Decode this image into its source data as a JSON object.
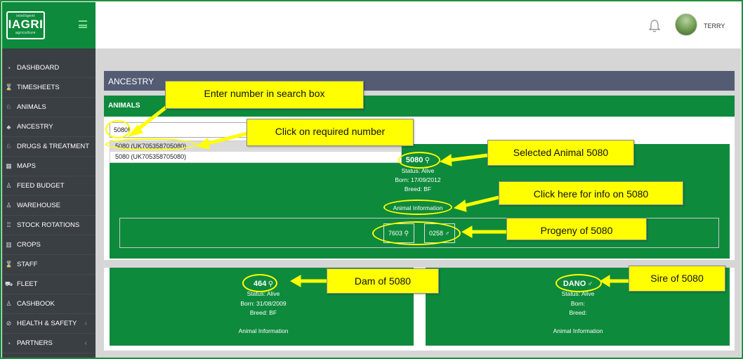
{
  "brand": {
    "logo_top": "intelligent",
    "logo_main": "IAGRI",
    "logo_bottom": "agriculture"
  },
  "sidebar": {
    "items": [
      {
        "label": "DASHBOARD",
        "icon": "◔"
      },
      {
        "label": "TIMESHEETS",
        "icon": "⌛"
      },
      {
        "label": "ANIMALS",
        "icon": "♘"
      },
      {
        "label": "ANCESTRY",
        "icon": "♣"
      },
      {
        "label": "DRUGS & TREATMENT",
        "icon": "♘"
      },
      {
        "label": "MAPS",
        "icon": "▦"
      },
      {
        "label": "FEED BUDGET",
        "icon": "♙"
      },
      {
        "label": "WAREHOUSE",
        "icon": "♙"
      },
      {
        "label": "STOCK ROTATIONS",
        "icon": "♖"
      },
      {
        "label": "CROPS",
        "icon": "▥"
      },
      {
        "label": "STAFF",
        "icon": "⌛"
      },
      {
        "label": "FLEET",
        "icon": "⛟"
      },
      {
        "label": "CASHBOOK",
        "icon": "♙"
      },
      {
        "label": "HEALTH & SAFETY",
        "icon": "⊘"
      },
      {
        "label": "PARTNERS",
        "icon": "◔"
      }
    ]
  },
  "header": {
    "username": "TERRY"
  },
  "page": {
    "title": "ANCESTRY",
    "section": "ANIMALS"
  },
  "search": {
    "value": "5080"
  },
  "dropdown": [
    "5080 (UK705358705080)",
    "5080 (UK705358705080)"
  ],
  "selected": {
    "id": "5080",
    "status": "Status: Alive",
    "born": "Born: 17/09/2012",
    "breed": "Breed: BF",
    "info": "Animal Information"
  },
  "progeny": [
    {
      "id": "7603",
      "icon": "⚲"
    },
    {
      "id": "0258",
      "icon": "♂"
    }
  ],
  "dam": {
    "id": "464",
    "status": "Status: Alive",
    "born": "Born: 31/08/2009",
    "breed": "Breed: BF",
    "info": "Animal Information"
  },
  "sire": {
    "id": "DANO",
    "status": "Status: Alive",
    "born": "Born:",
    "breed": "Breed:",
    "info": "Animal Information"
  },
  "callouts": {
    "search": "Enter number in search box",
    "click": "Click on required number",
    "selected": "Selected Animal 5080",
    "info": "Click here for info on 5080",
    "progeny": "Progeny of 5080",
    "dam": "Dam of 5080",
    "sire": "Sire of 5080"
  },
  "colors": {
    "brand_green": "#0e8a3c",
    "sidebar": "#3a3f44",
    "header_bar": "#535c73",
    "callout": "#ffff00"
  }
}
